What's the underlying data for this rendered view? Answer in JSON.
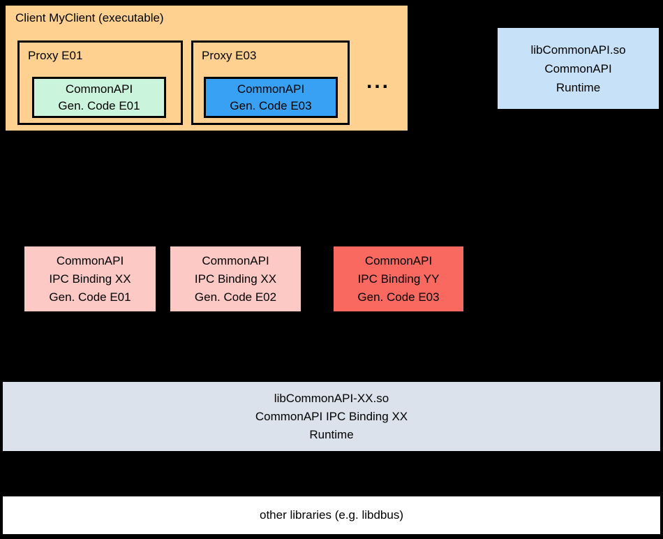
{
  "colors": {
    "background": "#000000",
    "client_fill": "#FFD190",
    "gen_e01_fill": "#CAF5DC",
    "gen_e03_fill": "#38A1F3",
    "runtime_fill": "#C7E2F8",
    "binding_xx_fill": "#FCC9C5",
    "binding_yy_fill": "#F9695F",
    "binding_runtime_fill": "#DCE2EC",
    "other_libs_fill": "#FFFFFF",
    "border": "#000000",
    "text": "#000000"
  },
  "client": {
    "title": "Client MyClient (executable)",
    "proxies": [
      {
        "label": "Proxy E01",
        "gen_code_lines": [
          "CommonAPI",
          "Gen. Code E01"
        ]
      },
      {
        "label": "Proxy E03",
        "gen_code_lines": [
          "CommonAPI",
          "Gen. Code E03"
        ]
      }
    ],
    "more_indicator": "..."
  },
  "commonapi_runtime": {
    "lines": [
      "libCommonAPI.so",
      "CommonAPI",
      "Runtime"
    ]
  },
  "ipc_bindings": [
    {
      "lines": [
        "CommonAPI",
        "IPC Binding XX",
        "Gen. Code E01"
      ]
    },
    {
      "lines": [
        "CommonAPI",
        "IPC Binding XX",
        "Gen. Code E02"
      ]
    },
    {
      "lines": [
        "CommonAPI",
        "IPC Binding YY",
        "Gen. Code E03"
      ]
    }
  ],
  "ipc_binding_runtime": {
    "lines": [
      "libCommonAPI-XX.so",
      "CommonAPI IPC Binding XX",
      "Runtime"
    ]
  },
  "other_libraries": {
    "label": "other libraries (e.g. libdbus)"
  }
}
